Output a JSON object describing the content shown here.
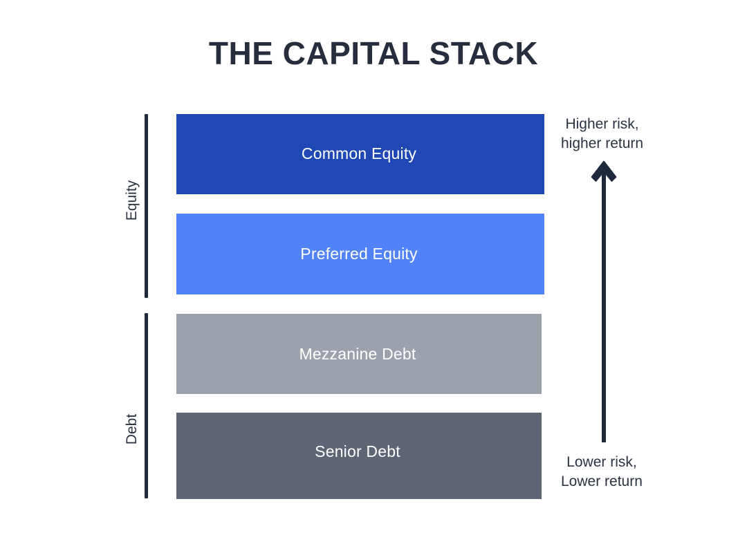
{
  "title": "THE CAPITAL STACK",
  "colors": {
    "background": "#ffffff",
    "title_text": "#262D3D",
    "bracket": "#1E2A3C",
    "arrow": "#1E2A3C",
    "annotation_text": "#2B3342",
    "bar_label_text": "#ffffff",
    "common_equity": "#1F48B4",
    "preferred_equity": "#5282F7",
    "mezzanine_debt": "#9CA2AC",
    "senior_debt": "#5E6676"
  },
  "groups": [
    {
      "id": "equity",
      "label": "Equity"
    },
    {
      "id": "debt",
      "label": "Debt"
    }
  ],
  "layers": [
    {
      "id": "common-equity",
      "label": "Common Equity",
      "group": "Equity",
      "color": "#1F48B4",
      "seniority_rank": 4
    },
    {
      "id": "preferred-equity",
      "label": "Preferred Equity",
      "group": "Equity",
      "color": "#5282F7",
      "seniority_rank": 3
    },
    {
      "id": "mezzanine-debt",
      "label": "Mezzanine Debt",
      "group": "Debt",
      "color": "#9CA2AC",
      "seniority_rank": 2
    },
    {
      "id": "senior-debt",
      "label": "Senior Debt",
      "group": "Debt",
      "color": "#5E6676",
      "seniority_rank": 1
    }
  ],
  "annotations": {
    "top": {
      "line_1": "Higher risk,",
      "line_2": "higher return"
    },
    "bottom": {
      "line_1": "Lower risk,",
      "line_2": "Lower return"
    }
  },
  "arrow": {
    "name": "up-arrow-icon",
    "direction": "up",
    "meaning": "increasing risk and return toward the top of the stack"
  },
  "chart_data": {
    "type": "bar",
    "orientation": "stacked-vertical",
    "title": "THE CAPITAL STACK",
    "categories": [
      "Common Equity",
      "Preferred Equity",
      "Mezzanine Debt",
      "Senior Debt"
    ],
    "values": [
      116,
      117,
      116,
      125
    ],
    "value_unit": "relative band height (px)",
    "series": [
      {
        "name": "Capital stack layers",
        "values": [
          116,
          117,
          116,
          125
        ]
      }
    ],
    "groups": [
      "Equity",
      "Equity",
      "Debt",
      "Debt"
    ],
    "colors": [
      "#1F48B4",
      "#5282F7",
      "#9CA2AC",
      "#5E6676"
    ],
    "xlabel": "",
    "ylabel": "",
    "grid": false,
    "legend": "none",
    "annotations": [
      "Higher risk, higher return",
      "Lower risk, Lower return"
    ]
  }
}
